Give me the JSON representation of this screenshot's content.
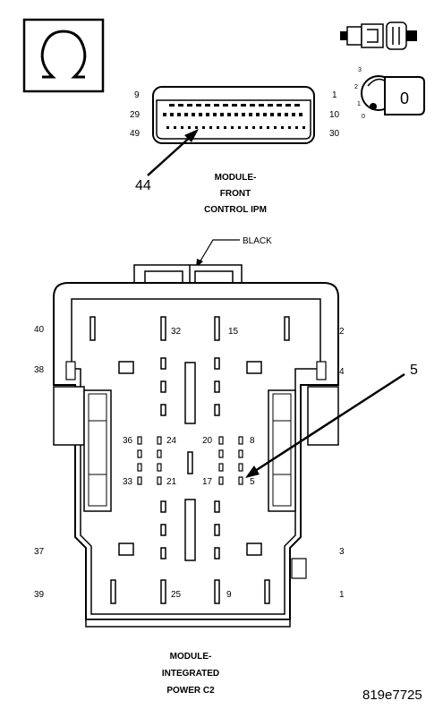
{
  "diagram_id": "819e7725",
  "ohm_symbol": "Ω",
  "key_switch": {
    "positions": [
      "3",
      "2",
      "1",
      "0"
    ],
    "key_label": "0"
  },
  "connector_top": {
    "caption_lines": [
      "MODULE-",
      "FRONT",
      "CONTROL IPM"
    ],
    "pin_labels": {
      "top_left": "9",
      "top_right": "1",
      "mid_left": "29",
      "mid_right": "10",
      "bot_left": "49",
      "bot_right": "30"
    },
    "callout": "44"
  },
  "connector_bottom": {
    "caption_lines": [
      "MODULE-",
      "INTEGRATED",
      "POWER C2"
    ],
    "color_label": "BLACK",
    "callout": "5",
    "pin_labels": {
      "p40": "40",
      "p2": "2",
      "p38": "38",
      "p4": "4",
      "p32": "32",
      "p15": "15",
      "p36": "36",
      "p24": "24",
      "p20": "20",
      "p8": "8",
      "p33": "33",
      "p21": "21",
      "p17": "17",
      "p5": "5",
      "p37": "37",
      "p3": "3",
      "p39": "39",
      "p25": "25",
      "p9": "9",
      "p1": "1"
    }
  }
}
